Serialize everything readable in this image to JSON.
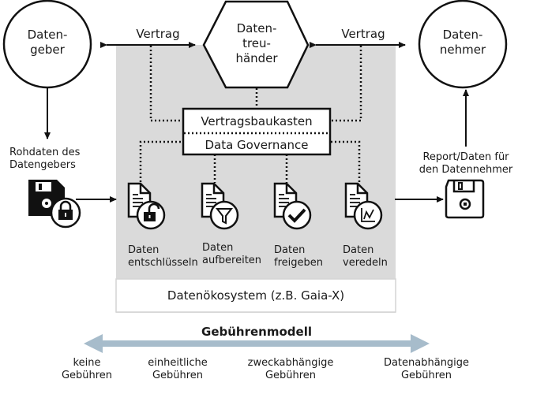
{
  "nodes": {
    "data_provider": {
      "label_line1": "Daten-",
      "label_line2": "geber"
    },
    "data_trustee": {
      "label_line1": "Daten-",
      "label_line2": "treu-",
      "label_line3": "händer"
    },
    "data_recipient": {
      "label_line1": "Daten-",
      "label_line2": "nehmer"
    }
  },
  "contracts": {
    "left": "Vertrag",
    "right": "Vertrag"
  },
  "central_box": {
    "top": "Vertragsbaukasten",
    "bottom": "Data Governance"
  },
  "raw_data": {
    "line1": "Rohdaten des",
    "line2": "Datengebers"
  },
  "output_data": {
    "line1": "Report/Daten für",
    "line2": "den Datennehmer"
  },
  "process_steps": [
    {
      "icon": "unlock-icon",
      "line1": "Daten",
      "line2": "entschlüsseln"
    },
    {
      "icon": "filter-icon",
      "line1": "Daten",
      "line2": "aufbereiten"
    },
    {
      "icon": "checkmark-icon",
      "line1": "Daten",
      "line2": "freigeben"
    },
    {
      "icon": "chart-icon",
      "line1": "Daten",
      "line2": "veredeln"
    }
  ],
  "ecosystem": {
    "label": "Datenökosystem (z.B. Gaia-X)"
  },
  "fee_model": {
    "title": "Gebührenmodell",
    "arrow_color": "#a7bccb",
    "options": [
      {
        "line1": "keine",
        "line2": "Gebühren"
      },
      {
        "line1": "einheitliche",
        "line2": "Gebühren"
      },
      {
        "line1": "zweckabhängige",
        "line2": "Gebühren"
      },
      {
        "line1": "Datenabhängige",
        "line2": "Gebühren"
      }
    ]
  },
  "colors": {
    "ecosystem_fill": "#dadada",
    "line": "#111111"
  }
}
